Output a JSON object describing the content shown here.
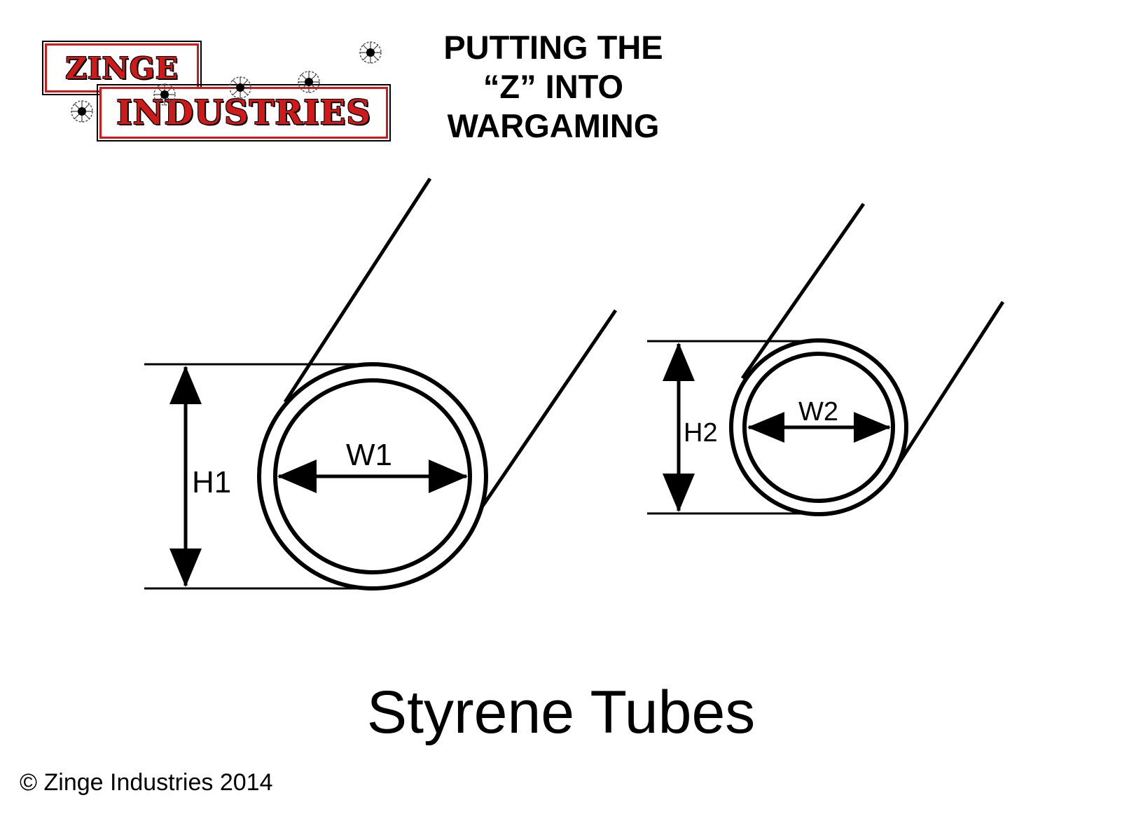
{
  "logo": {
    "line1": "ZINGE",
    "line2": "INDUSTRIES",
    "colors": {
      "primary": "#d01a1a",
      "outline": "#000000"
    },
    "icon": "bullet-hole-icon"
  },
  "tagline": [
    "PUTTING THE",
    "“Z” INTO",
    "WARGAMING"
  ],
  "diagram": {
    "large_tube": {
      "height_label": "H1",
      "width_label": "W1"
    },
    "small_tube": {
      "height_label": "H2",
      "width_label": "W2"
    }
  },
  "title": "Styrene Tubes",
  "copyright": "© Zinge Industries 2014"
}
